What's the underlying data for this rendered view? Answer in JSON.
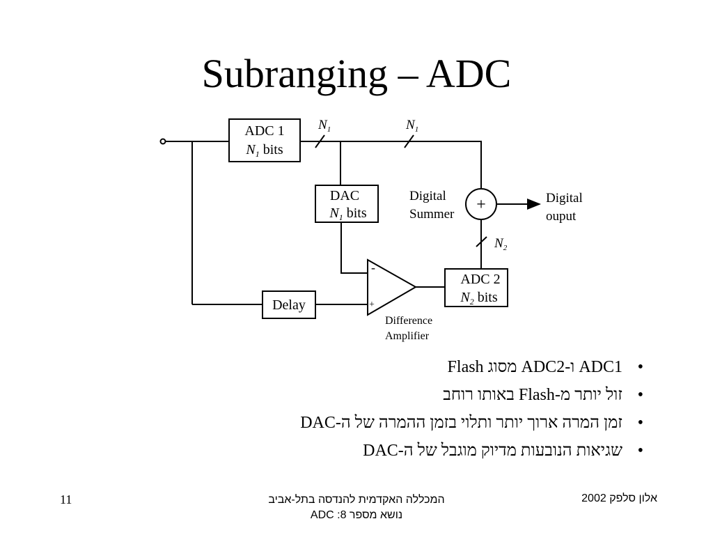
{
  "slide": {
    "title": "Subranging – ADC",
    "diagram": {
      "adc1": {
        "name": "ADC 1",
        "bits_var": "N",
        "bits_sub": "1",
        "bits_word": " bits"
      },
      "dac": {
        "name": "DAC",
        "bits_var": "N",
        "bits_sub": "1",
        "bits_word": " bits"
      },
      "adc2": {
        "name": "ADC 2",
        "bits_var": "N",
        "bits_sub": "2",
        "bits_word": " bits"
      },
      "delay": "Delay",
      "summer_symbol": "+",
      "summer_label": [
        "Digital",
        "Summer"
      ],
      "output_label": [
        "Digital",
        "ouput"
      ],
      "amp_label": [
        "Difference",
        "Amplifier"
      ],
      "amp_minus": "-",
      "amp_plus": "+",
      "bus_labels": [
        {
          "var": "N",
          "sub": "1"
        },
        {
          "var": "N",
          "sub": "1"
        },
        {
          "var": "N",
          "sub": "2"
        }
      ]
    },
    "bullets": [
      "ADC1 ו-ADC2 מסוג Flash",
      "זול יותר מ-Flash באותו רוחב",
      "זמן המרה ארוך יותר ותלוי בזמן ההמרה של ה-DAC",
      "שגיאות הנובעות מדיוק מוגבל של ה-DAC"
    ],
    "bullet_symbol": "•",
    "footer": {
      "page_number": "11",
      "institution": "המכללה האקדמית להנדסה בתל-אביב",
      "topic": "נושא מספר 8: ADC",
      "author_year": "אלון סלפק 2002"
    }
  }
}
